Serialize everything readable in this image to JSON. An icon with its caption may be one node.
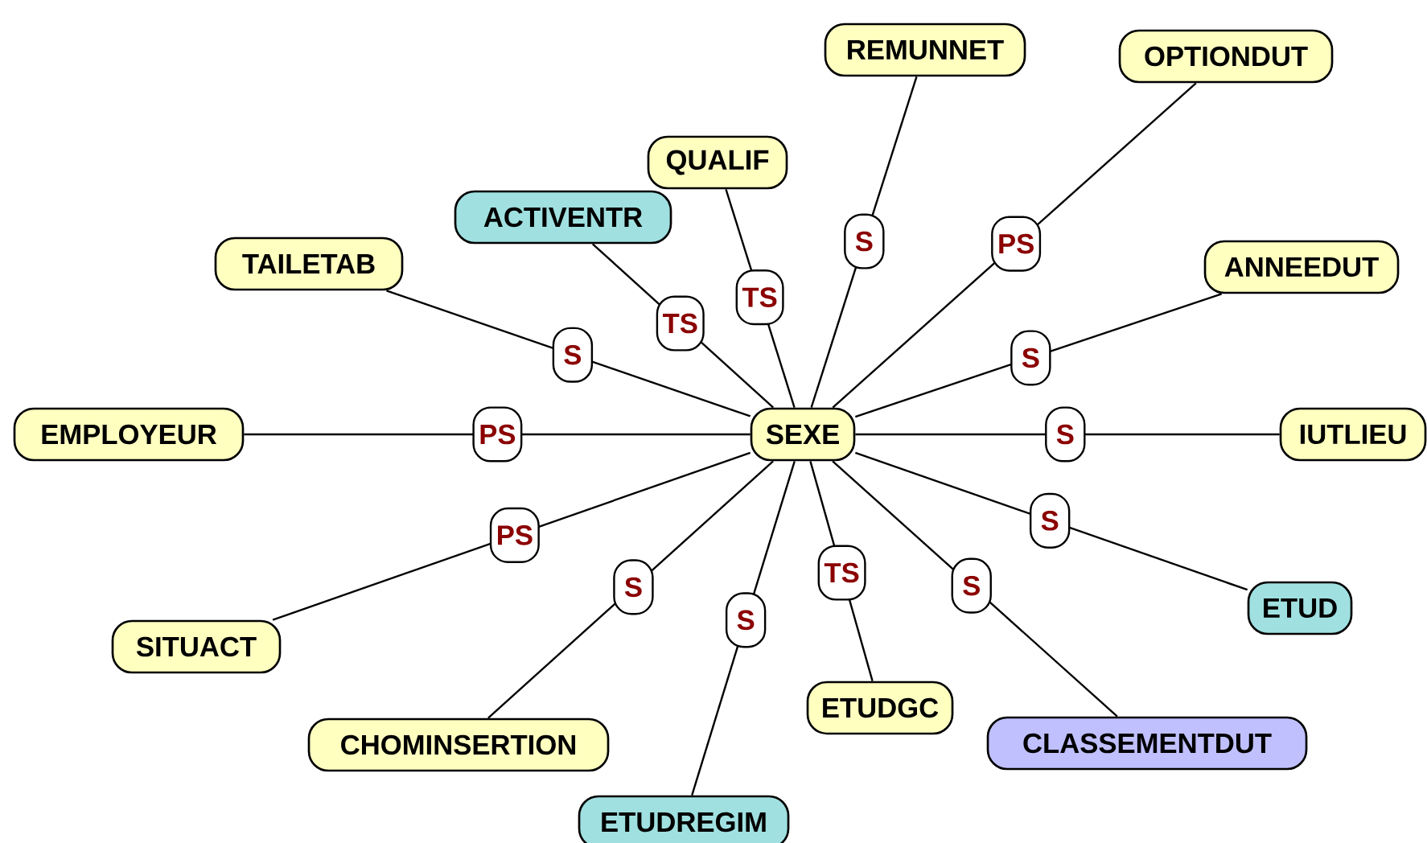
{
  "diagram": {
    "nodes": [
      {
        "text": [
          "REMUNNET"
        ]
      },
      {
        "text": [
          "OPTIONDUT"
        ]
      },
      {
        "text": [
          "QUALIF"
        ]
      },
      {
        "text": [
          "ACTIVENTR"
        ]
      },
      {
        "text": [
          "TAILETAB"
        ]
      },
      {
        "text": [
          "ANNEEDUT"
        ]
      },
      {
        "text": [
          "EMPLOYEUR"
        ]
      },
      {
        "text": [
          "SEXE"
        ]
      },
      {
        "text": [
          "IUTLIEU"
        ]
      },
      {
        "text": [
          "ETUD"
        ]
      },
      {
        "text": [
          "SITUACT"
        ]
      },
      {
        "text": [
          "CHOMINSERTION"
        ]
      },
      {
        "text": [
          "ETUDGC"
        ]
      },
      {
        "text": [
          "CLASSEMENTDUT"
        ]
      },
      {
        "text": [
          "ETUDREGIM"
        ]
      }
    ],
    "edges": [
      {
        "from": 7,
        "to": 0,
        "arrow": "none",
        "label": "S"
      },
      {
        "from": 7,
        "to": 1,
        "arrow": "none",
        "label": "PS"
      },
      {
        "from": 7,
        "to": 2,
        "arrow": "none",
        "label": "TS"
      },
      {
        "from": 7,
        "to": 3,
        "arrow": "none",
        "label": "TS"
      },
      {
        "from": 7,
        "to": 4,
        "arrow": "none",
        "label": "S"
      },
      {
        "from": 7,
        "to": 5,
        "arrow": "none",
        "label": "S"
      },
      {
        "from": 7,
        "to": 6,
        "arrow": "none",
        "label": "PS"
      },
      {
        "from": 7,
        "to": 8,
        "arrow": "none",
        "label": "S"
      },
      {
        "from": 7,
        "to": 9,
        "arrow": "none",
        "label": "S"
      },
      {
        "from": 7,
        "to": 10,
        "arrow": "none",
        "label": "PS"
      },
      {
        "from": 7,
        "to": 11,
        "arrow": "none",
        "label": "S"
      },
      {
        "from": 7,
        "to": 12,
        "arrow": "none",
        "label": "TS"
      },
      {
        "from": 7,
        "to": 13,
        "arrow": "none",
        "label": "S"
      },
      {
        "from": 7,
        "to": 14,
        "arrow": "none",
        "label": "S"
      }
    ]
  }
}
